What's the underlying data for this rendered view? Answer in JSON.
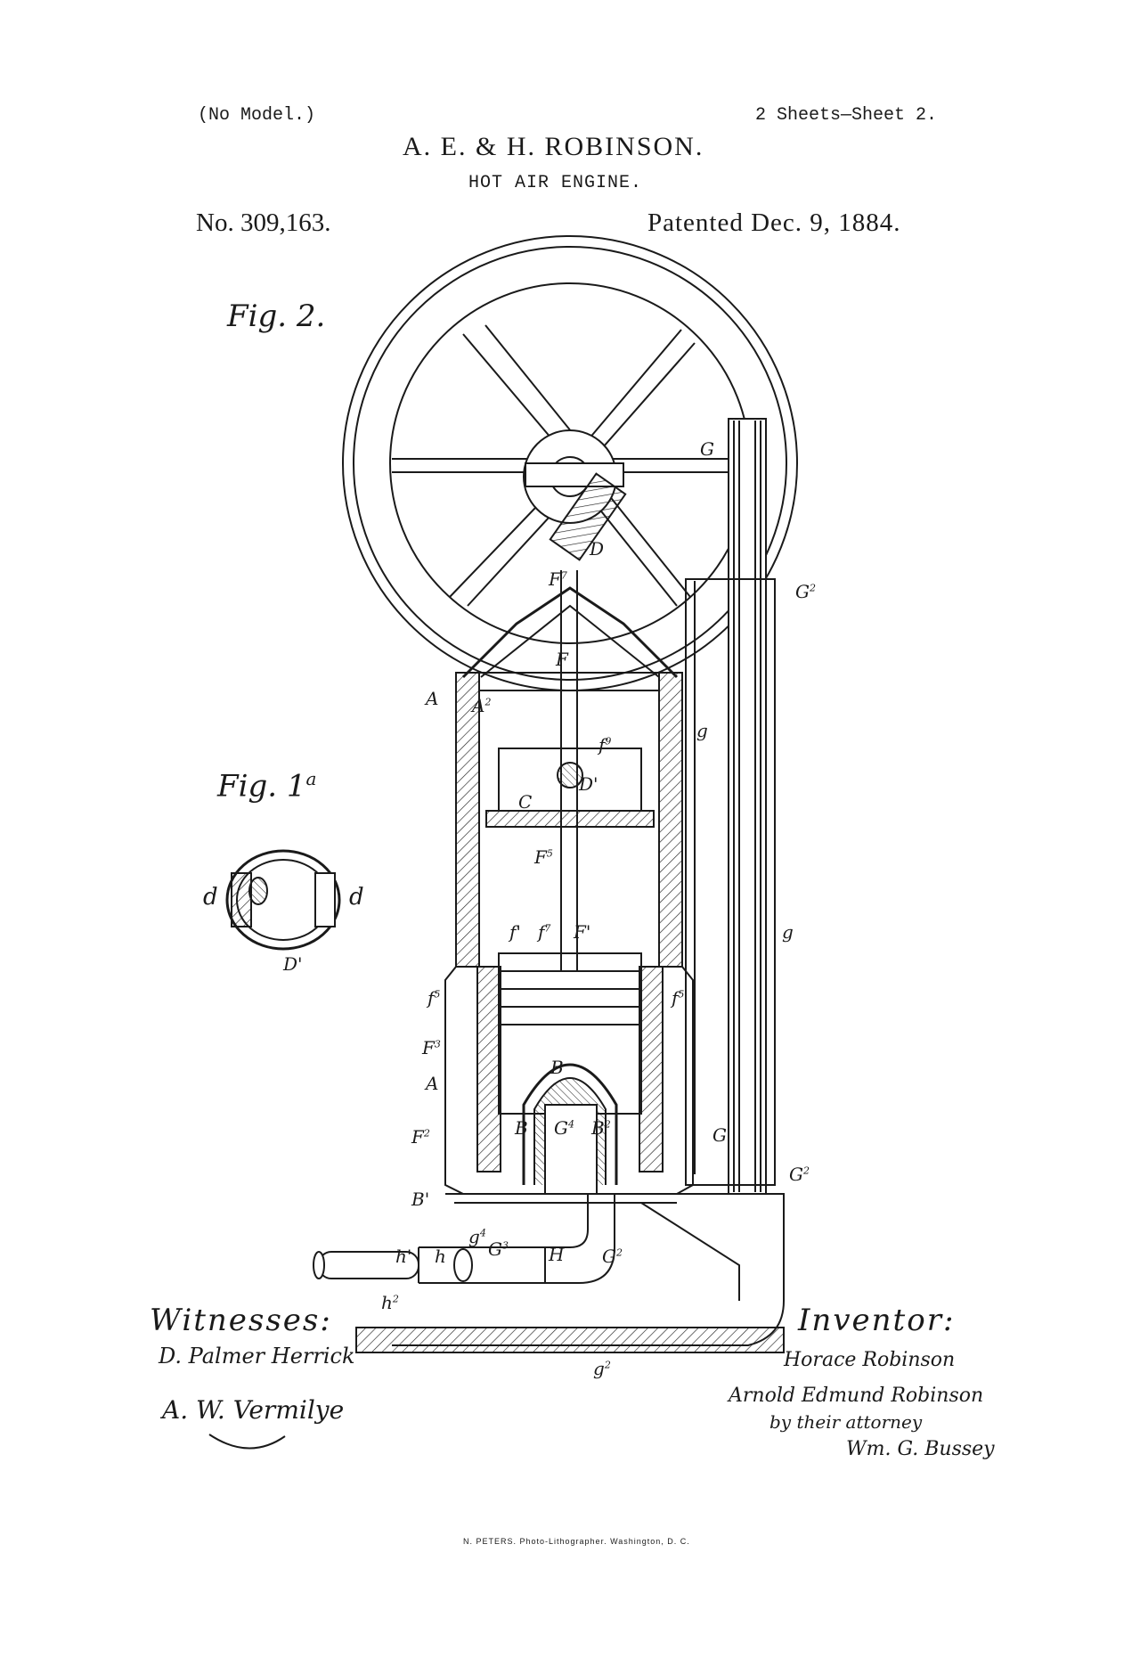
{
  "header": {
    "no_model": "(No Model.)",
    "sheets": "2 Sheets—Sheet 2.",
    "inventors": "A. E. & H. ROBINSON.",
    "title": "HOT AIR ENGINE.",
    "number": "No. 309,163.",
    "patented": "Patented Dec. 9, 1884."
  },
  "figures": {
    "fig2": "Fig. 2.",
    "fig1a": "Fig. 1",
    "fig1a_sup": "a"
  },
  "labels": {
    "G_top": "G",
    "G2_top": "G",
    "G2_top_sup": "2",
    "F7": "F",
    "F7_sup": "7",
    "D": "D",
    "F": "F",
    "A": "A",
    "A2": "A",
    "A2_sup": "2",
    "f9": "f",
    "f9_sup": "9",
    "g_mid": "g",
    "D1": "D'",
    "C": "C",
    "F5": "F",
    "F5_sup": "5",
    "f7": "f",
    "f7_sup": "7",
    "F1": "F'",
    "f1": "f'",
    "f5_left": "f",
    "f5_left_sup": "5",
    "f5_right": "f",
    "f5_right_sup": "5",
    "F3": "F",
    "F3_sup": "3",
    "A_lower": "A",
    "F2": "F",
    "F2_sup": "2",
    "B1": "B'",
    "B_left": "B",
    "B2": "B",
    "B2_sup": "2",
    "G4": "G",
    "G4_sup": "4",
    "B_top": "B",
    "g_right": "g",
    "G_lower": "G",
    "G2_right": "G",
    "G2_right_sup": "2",
    "g4": "g",
    "g4_sup": "4",
    "G3": "G",
    "G3_sup": "3",
    "H": "H",
    "G2_bottom": "G",
    "G2_bottom_sup": "2",
    "h1": "h'",
    "h": "h",
    "h2": "h",
    "h2_sup": "2",
    "g2": "g",
    "g2_sup": "2",
    "fig1a_d_left": "d",
    "fig1a_d_right": "d",
    "fig1a_D1": "D'"
  },
  "witnesses": {
    "label": "Witnesses:",
    "sig1": "D. Palmer Herrick",
    "sig2": "A. W. Vermilye"
  },
  "inventor": {
    "label": "Inventor:",
    "sig1": "Horace Robinson",
    "sig2": "Arnold Edmund Robinson",
    "sig3": "by their attorney",
    "sig4": "Wm. G. Bussey"
  },
  "footer": "N. PETERS. Photo-Lithographer. Washington, D. C."
}
